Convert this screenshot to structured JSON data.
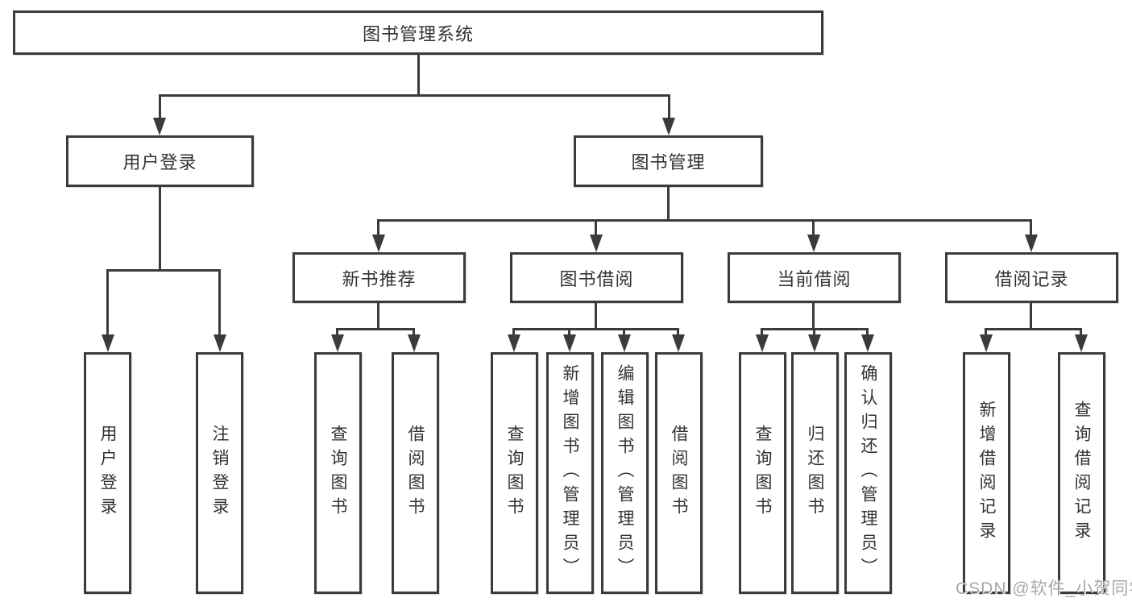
{
  "diagram_title": "图书管理系统",
  "tree": {
    "root": {
      "label": "图书管理系统",
      "children": [
        {
          "label": "用户登录",
          "children": [
            {
              "label": "用户登录"
            },
            {
              "label": "注销登录"
            }
          ]
        },
        {
          "label": "图书管理",
          "children": [
            {
              "label": "新书推荐",
              "children": [
                {
                  "label": "查询图书"
                },
                {
                  "label": "借阅图书"
                }
              ]
            },
            {
              "label": "图书借阅",
              "children": [
                {
                  "label": "查询图书"
                },
                {
                  "label": "新增图书（管理员）"
                },
                {
                  "label": "编辑图书（管理员）"
                },
                {
                  "label": "借阅图书"
                }
              ]
            },
            {
              "label": "当前借阅",
              "children": [
                {
                  "label": "查询图书"
                },
                {
                  "label": "归还图书"
                },
                {
                  "label": "确认归还（管理员）"
                }
              ]
            },
            {
              "label": "借阅记录",
              "children": [
                {
                  "label": "新增借阅记录"
                },
                {
                  "label": "查询借阅记录"
                }
              ]
            }
          ]
        }
      ]
    }
  },
  "watermark": "CSDN @软件_小贺同学",
  "colors": {
    "line": "#3b3b3b",
    "box_border": "#3b3b3b",
    "box_fill": "#ffffff",
    "text": "#333333",
    "watermark": "#a8a8a8",
    "background": "#ffffff"
  }
}
